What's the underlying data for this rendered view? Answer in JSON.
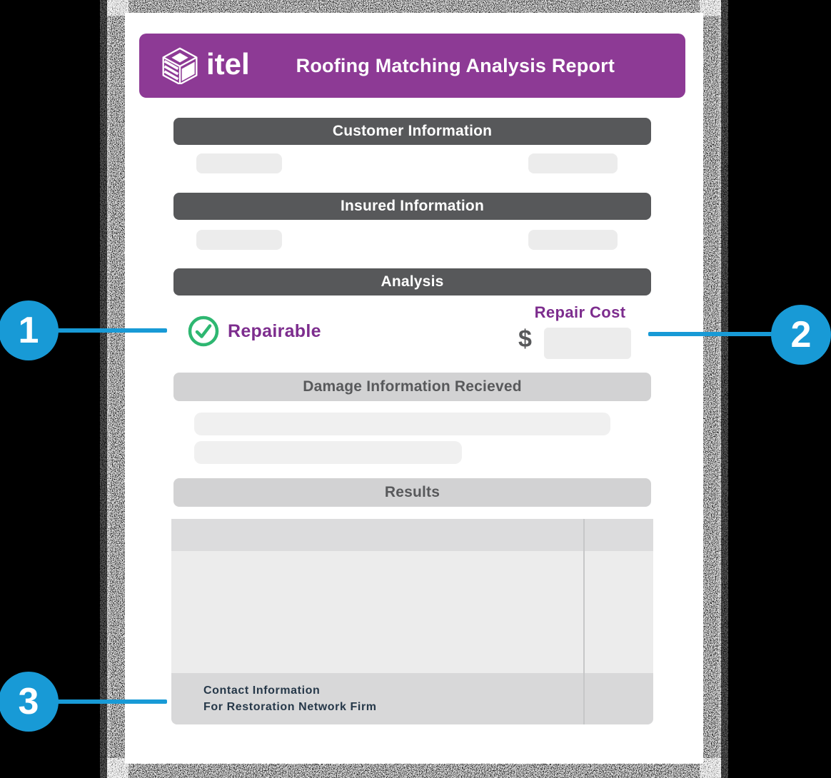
{
  "header": {
    "logo_text": "itel",
    "title": "Roofing Matching Analysis Report"
  },
  "sections": {
    "customer": "Customer Information",
    "insured": "Insured Information",
    "analysis": "Analysis",
    "damage": "Damage Information Recieved",
    "results": "Results"
  },
  "analysis": {
    "repairable_label": "Repairable",
    "repair_cost_label": "Repair Cost",
    "currency_symbol": "$"
  },
  "results_footer": {
    "line1": "Contact Information",
    "line2": "For Restoration Network Firm"
  },
  "callouts": [
    {
      "number": "1"
    },
    {
      "number": "2"
    },
    {
      "number": "3"
    }
  ],
  "colors": {
    "brand_purple": "#8d3a95",
    "accent_purple": "#7d2d8e",
    "dark_gray_bar": "#57585a",
    "light_gray_bar": "#d2d2d3",
    "placeholder_gray": "#ececec",
    "callout_blue": "#189ad6",
    "check_green": "#2eb771",
    "contact_navy": "#263849",
    "background": "#000000"
  }
}
